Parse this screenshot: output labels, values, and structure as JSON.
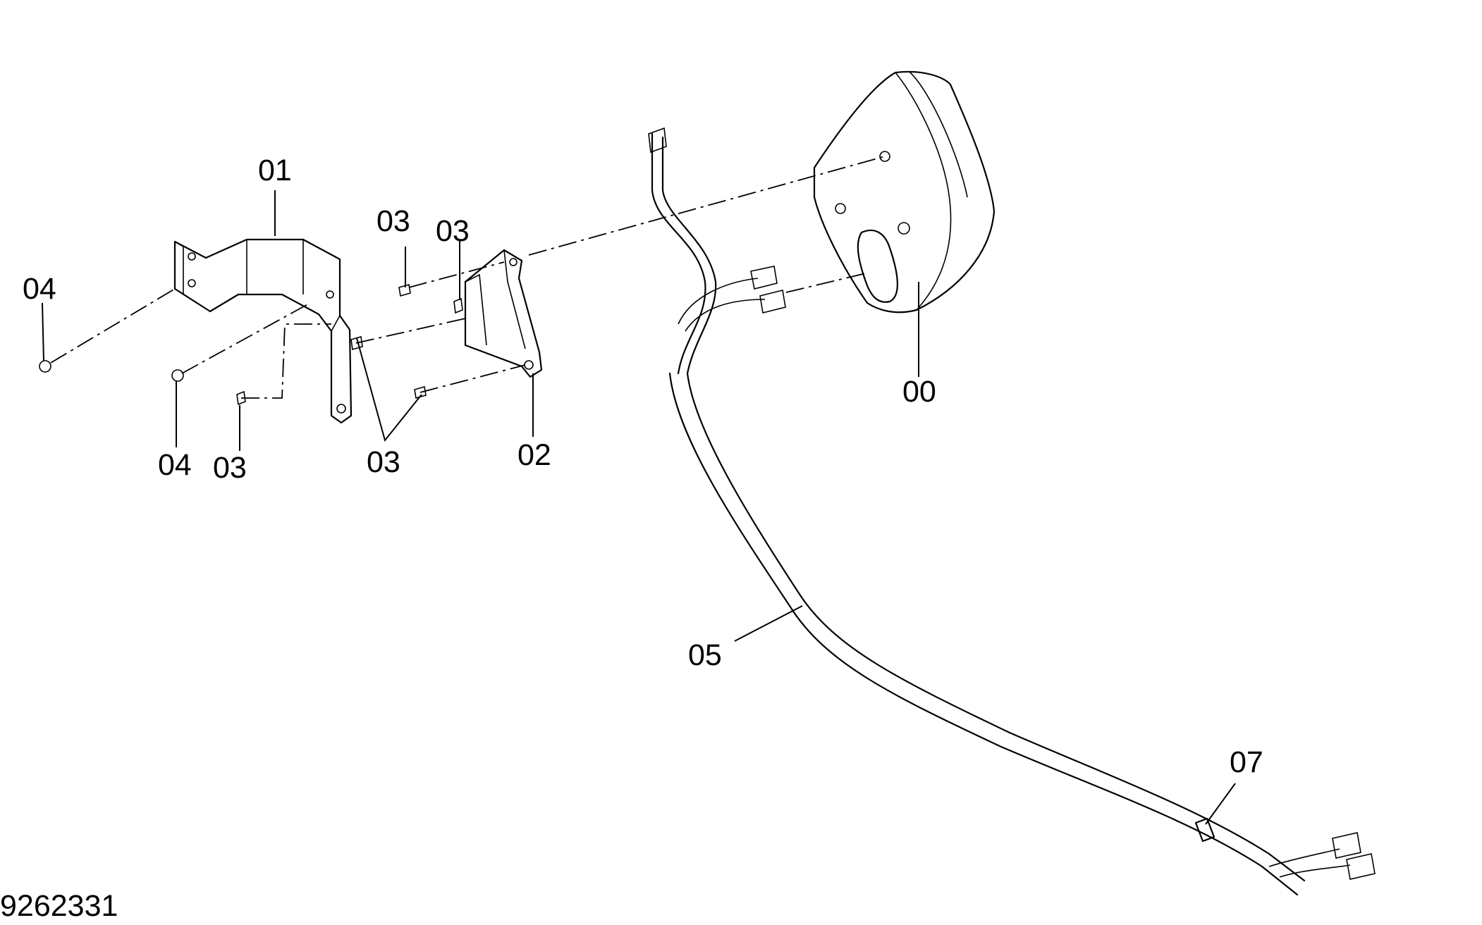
{
  "diagram": {
    "drawing_number": "9262331",
    "callouts": {
      "c00": "00",
      "c01": "01",
      "c02": "02",
      "c03a": "03",
      "c03b": "03",
      "c03c": "03",
      "c03d": "03",
      "c04a": "04",
      "c04b": "04",
      "c05": "05",
      "c07": "07"
    }
  }
}
